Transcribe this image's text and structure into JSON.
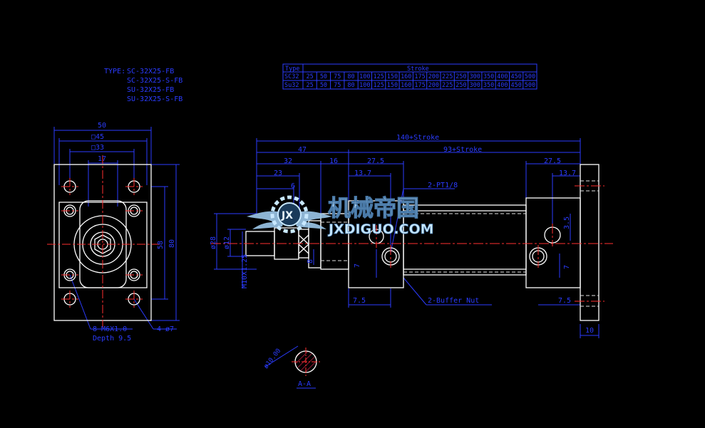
{
  "colors": {
    "background": "#000000",
    "outline": "#ffffff",
    "dimension": "#2b3cff",
    "text": "#2b3cff",
    "centerline": "#ff3030",
    "hidden": "#e0e0e0",
    "hatch": "#ff2a5a",
    "logo_text": "#c8e8ff",
    "logo_bird": "#9cc8ea"
  },
  "type_list": {
    "prefix": "TYPE:",
    "items": [
      "SC-32X25-FB",
      "SC-32X25-S-FB",
      "SU-32X25-FB",
      "SU-32X25-S-FB"
    ]
  },
  "stroke_table": {
    "header_type": "Type",
    "header_stroke": "Stroke",
    "rows": [
      {
        "type": "SC32",
        "values": [
          "25",
          "50",
          "75",
          "80",
          "100",
          "125",
          "150",
          "160",
          "175",
          "200",
          "225",
          "250",
          "300",
          "350",
          "400",
          "450",
          "500"
        ]
      },
      {
        "type": "Su32",
        "values": [
          "25",
          "50",
          "75",
          "80",
          "100",
          "125",
          "150",
          "160",
          "175",
          "200",
          "225",
          "250",
          "300",
          "350",
          "400",
          "450",
          "500"
        ]
      }
    ]
  },
  "front_view": {
    "dims": {
      "width_50": "50",
      "square_45": "□45",
      "square_33": "□33",
      "width_17": "17",
      "height_58": "58",
      "height_80": "80"
    },
    "notes": {
      "thread": "8-M6X1.0",
      "depth": "Depth 9.5",
      "holes": "4-ø7"
    }
  },
  "side_view": {
    "dims": {
      "overall": "140+Stroke",
      "body": "93+Stroke",
      "d47": "47",
      "d32": "32",
      "d16": "16",
      "d27_5a": "27.5",
      "d27_5b": "27.5",
      "d23": "23",
      "d13_7a": "13.7",
      "d13_7b": "13.7",
      "d6": "6",
      "port": "2-PT1/8",
      "dia28": "ø28",
      "dia12": "ø12",
      "thread_rod": "M10X1.25",
      "d8": "8",
      "d7a": "7",
      "d7b": "7",
      "d3_5": "3.5",
      "d7_5a": "7.5",
      "d7_5b": "7.5",
      "d10": "10",
      "buffer": "2-Buffer   Nut"
    }
  },
  "section_view": {
    "dia": "ø10.00",
    "label": "A-A"
  },
  "logo": {
    "cn": "机械帝国",
    "en": "JXDIGUO.COM",
    "badge": "JX"
  }
}
